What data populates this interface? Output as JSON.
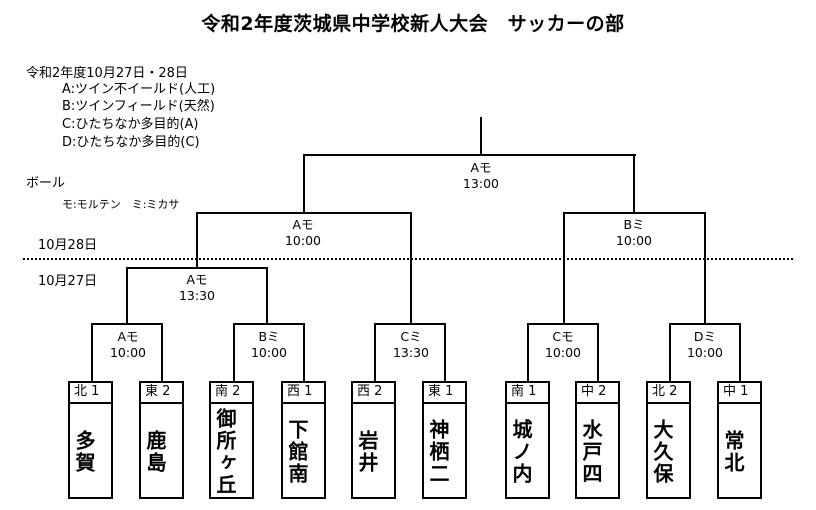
{
  "title": "令和2年度茨城県中学校新人大会　サッカーの部",
  "legend": {
    "dates": "令和2年度10月27日・28日",
    "venues": [
      "A:ツイン不イールド(人工)",
      "B:ツインフィールド(天然)",
      "C:ひたちなか多目的(A)",
      "D:ひたちなか多目的(C)"
    ],
    "ball_heading": "ボール",
    "ball_key": "モ:モルテン　ミ:ミカサ"
  },
  "day_labels": {
    "day2": "10月28日",
    "day1": "10月27日"
  },
  "matches": {
    "final": {
      "venue_ball": "Aモ",
      "time": "13:00"
    },
    "semi_left": {
      "venue_ball": "Aモ",
      "time": "10:00"
    },
    "semi_right": {
      "venue_ball": "Bミ",
      "time": "10:00"
    },
    "qf_left": {
      "venue_ball": "Aモ",
      "time": "13:30"
    },
    "r1_1": {
      "venue_ball": "Aモ",
      "time": "10:00"
    },
    "r1_2": {
      "venue_ball": "Bミ",
      "time": "10:00"
    },
    "r1_3": {
      "venue_ball": "Cミ",
      "time": "13:30"
    },
    "r1_4": {
      "venue_ball": "Cモ",
      "time": "10:00"
    },
    "r1_5": {
      "venue_ball": "Dミ",
      "time": "10:00"
    }
  },
  "teams": [
    {
      "seed": "北 1",
      "name": "多賀"
    },
    {
      "seed": "東 2",
      "name": "鹿島"
    },
    {
      "seed": "南 2",
      "name": "御所ヶ丘"
    },
    {
      "seed": "西 1",
      "name": "下館南"
    },
    {
      "seed": "西 2",
      "name": "岩井"
    },
    {
      "seed": "東 1",
      "name": "神栖二"
    },
    {
      "seed": "南 1",
      "name": "城ノ内"
    },
    {
      "seed": "中 2",
      "name": "水戸四"
    },
    {
      "seed": "北 2",
      "name": "大久保"
    },
    {
      "seed": "中 1",
      "name": "常北"
    }
  ]
}
